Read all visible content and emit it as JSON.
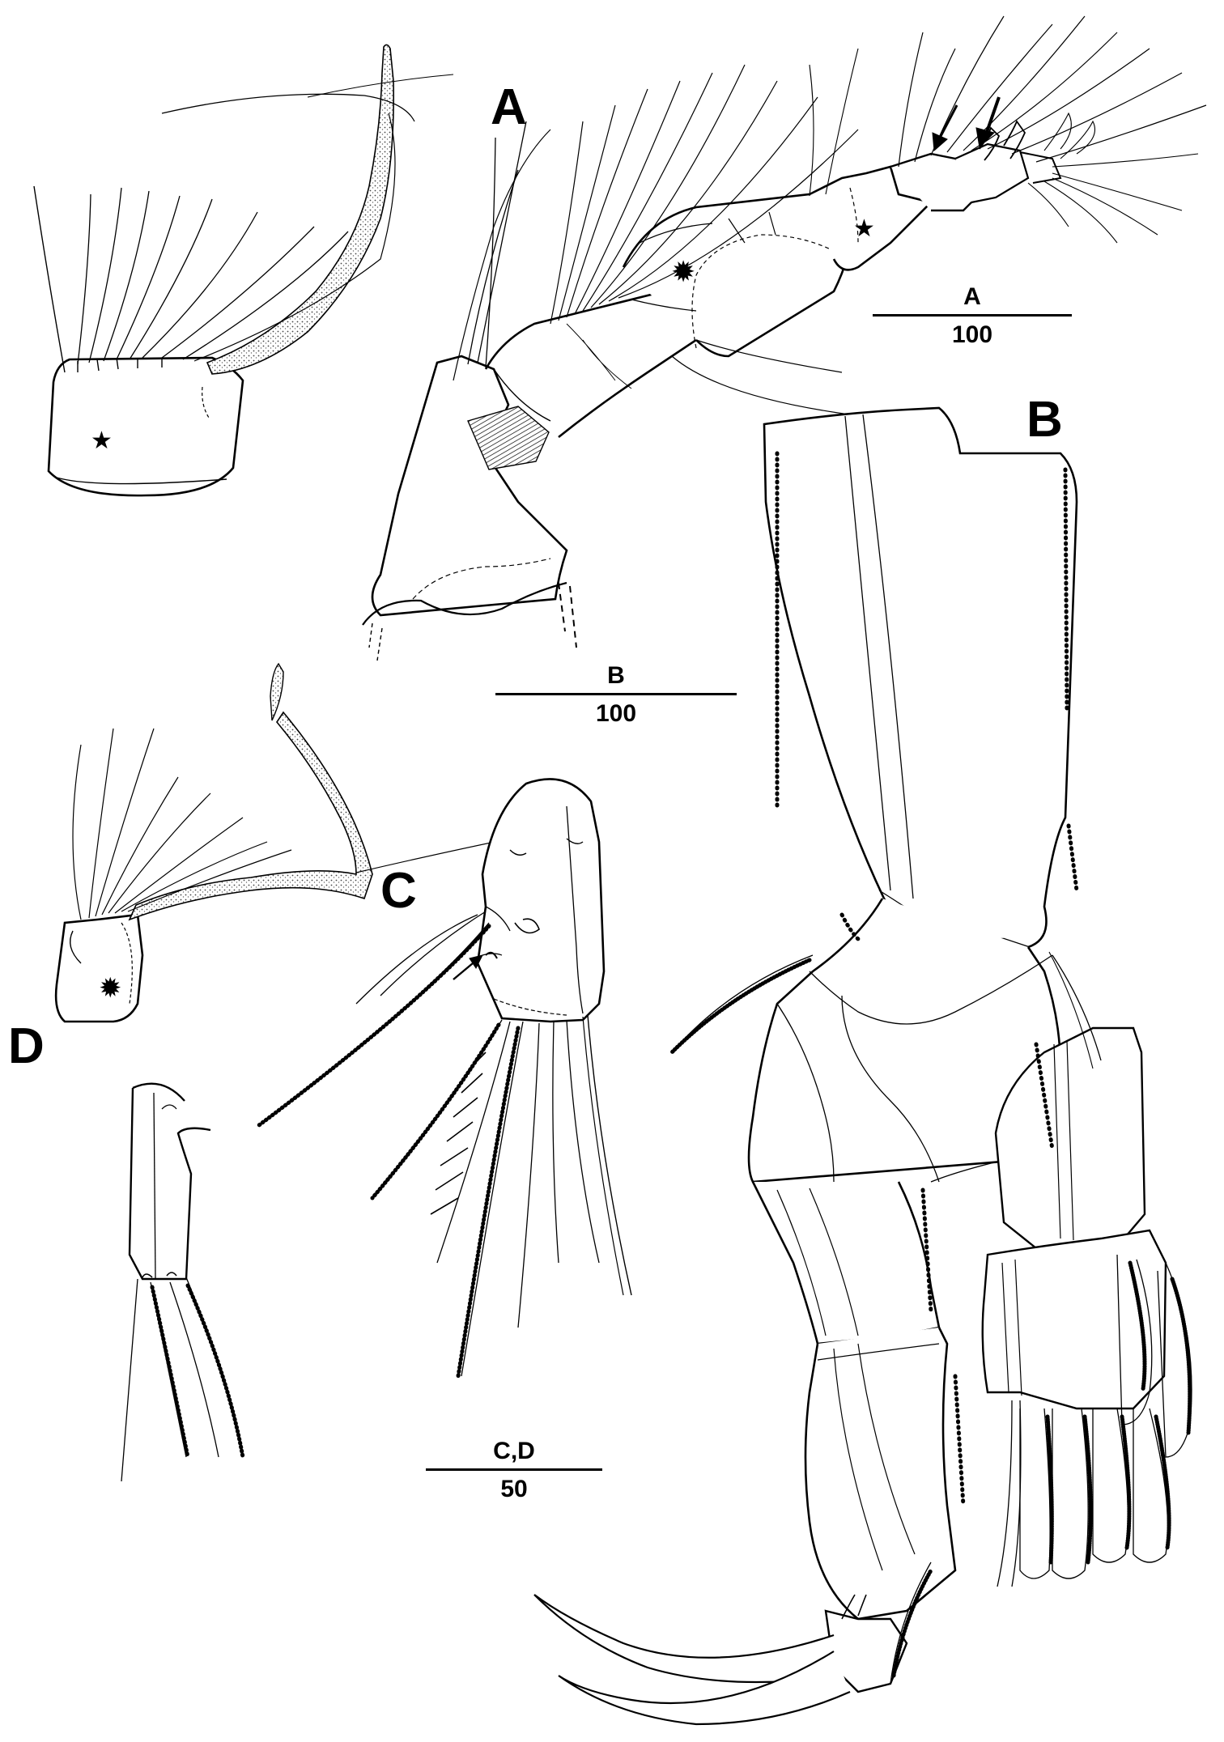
{
  "panels": [
    {
      "id": "A",
      "letter": "A"
    },
    {
      "id": "B",
      "letter": "B"
    },
    {
      "id": "C",
      "letter": "C"
    },
    {
      "id": "D",
      "letter": "D"
    }
  ],
  "scale_bars": [
    {
      "id": "A",
      "label": "A",
      "value": "100"
    },
    {
      "id": "B",
      "label": "B",
      "value": "100"
    },
    {
      "id": "CD",
      "label": "C,D",
      "value": "50"
    }
  ],
  "markers": [
    "star",
    "asterisk",
    "arrow"
  ],
  "colors": {
    "ink": "#000000",
    "background": "#ffffff",
    "stipple": "#555555"
  }
}
